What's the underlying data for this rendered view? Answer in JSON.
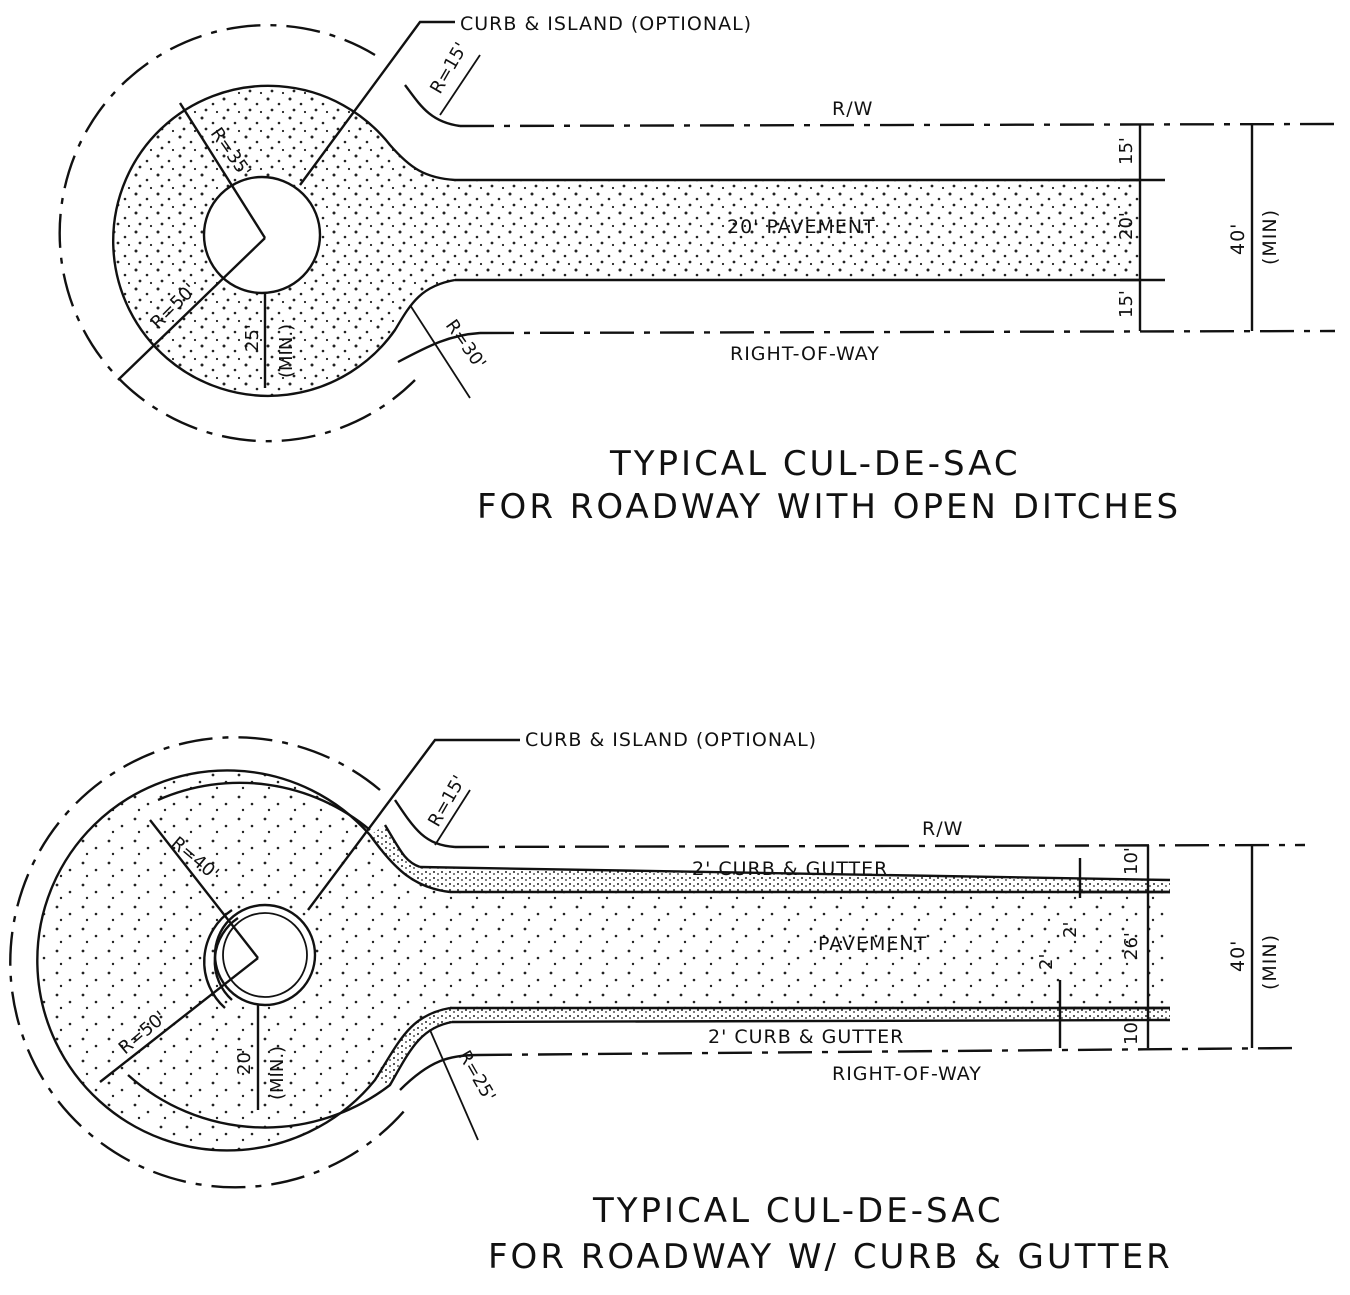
{
  "diagram1": {
    "title_line1": "TYPICAL CUL-DE-SAC",
    "title_line2": "FOR ROADWAY WITH OPEN DITCHES",
    "curb_island": "CURB & ISLAND (OPTIONAL)",
    "rw": "R/W",
    "right_of_way": "RIGHT-OF-WAY",
    "pavement": "20' PAVEMENT",
    "r15": "R=15'",
    "r35": "R=35'",
    "r50": "R=50'",
    "r30": "R=30'",
    "d25": "25'",
    "min": "(MIN.)",
    "w15a": "15'",
    "w20": "20'",
    "w15b": "15'",
    "w40": "40'",
    "w40min": "(MIN)"
  },
  "diagram2": {
    "title_line1": "TYPICAL CUL-DE-SAC",
    "title_line2": "FOR ROADWAY W/ CURB & GUTTER",
    "curb_island": "CURB & ISLAND (OPTIONAL)",
    "rw": "R/W",
    "right_of_way": "RIGHT-OF-WAY",
    "pavement": "PAVEMENT",
    "curb_top": "2' CURB & GUTTER",
    "curb_bottom": "2' CURB & GUTTER",
    "r15": "R=15'",
    "r40": "R=40'",
    "r50": "R=50'",
    "r25": "R=25'",
    "d20": "20'",
    "min": "(MIN.)",
    "w10a": "10'",
    "w2a": "2'",
    "w2b": "2'",
    "w26": "26'",
    "w10b": "10'",
    "w40": "40'",
    "w40min": "(MIN)"
  }
}
